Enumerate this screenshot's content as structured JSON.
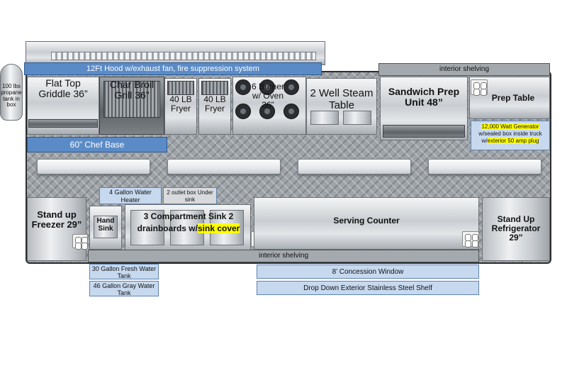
{
  "labels": {
    "hood": "12Ft Hood w/exhaust fan, fire suppression system",
    "interior_shelving_top": "interior shelving",
    "propane": "100 lbs propane tank in box",
    "flat_top": "Flat Top Griddle 36”",
    "char_broil": "Char Broil Grill 36”",
    "fryer1": "40 LB Fryer",
    "fryer2": "40 LB Fryer",
    "burner_oven": "6 Burner w/ Oven 36”",
    "steam_table": "2 Well Steam Table",
    "sandwich_prep": "Sandwich Prep Unit 48”",
    "prep_table": "Prep Table",
    "generator": {
      "line1": "12,000 Watt  Generator",
      "line2": "w/sealed box inside truck",
      "line3_pre": "w/",
      "line3_highlight": "exterior 50 amp plug"
    },
    "chef_base": "60” Chef Base",
    "water_heater": "4 Gallon Water Heater",
    "outlet_box": "2 outlet box Under sink",
    "freezer": "Stand up Freezer 29”",
    "hand_sink": "Hand Sink",
    "compartment_sink_pre": "3 Compartment  Sink 2 drainboards   w/",
    "compartment_sink_highlight": "sink cover",
    "serving_counter": "Serving Counter",
    "refrigerator": "Stand Up Refrigerator 29”",
    "interior_shelving_bottom": "interior shelving",
    "fresh_water": "30 Gallon Fresh Water Tank",
    "gray_water": "46 Gallon Gray Water Tank",
    "concession_window": "8’ Concession Window",
    "exterior_shelf": "Drop Down Exterior Stainless Steel Shelf"
  },
  "colors": {
    "label_blue": "#5b8bc7",
    "label_light_blue": "#c7d9ef",
    "highlight_yellow": "#ffff00",
    "floor": "#9ea3a8"
  }
}
